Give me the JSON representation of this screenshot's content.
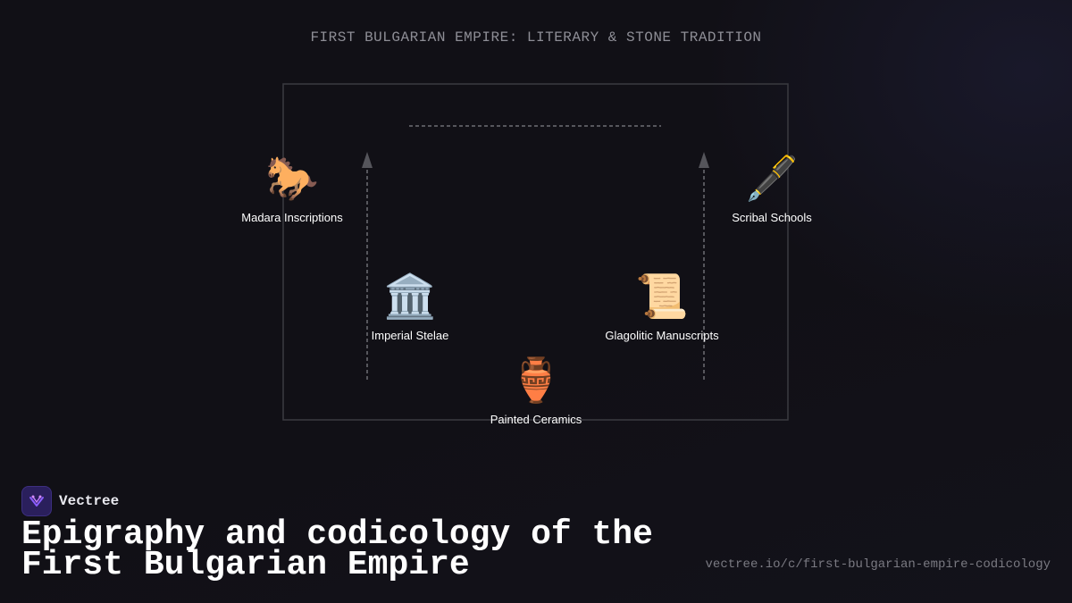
{
  "diagram": {
    "title": "FIRST BULGARIAN EMPIRE: LITERARY & STONE TRADITION",
    "nodes": [
      {
        "id": "madara",
        "emoji": "🐎",
        "icon": "horse-icon",
        "label": "Madara Inscriptions"
      },
      {
        "id": "scribal",
        "emoji": "🖋️",
        "icon": "fountain-pen-icon",
        "label": "Scribal Schools"
      },
      {
        "id": "stelae",
        "emoji": "🏛️",
        "icon": "classical-building-icon",
        "label": "Imperial Stelae"
      },
      {
        "id": "glagolitic",
        "emoji": "📜",
        "icon": "scroll-icon",
        "label": "Glagolitic Manuscripts"
      },
      {
        "id": "ceramics",
        "emoji": "🏺",
        "icon": "amphora-icon",
        "label": "Painted Ceramics"
      }
    ]
  },
  "footer": {
    "brand": "Vectree",
    "headline_line1": "Epigraphy and codicology of the",
    "headline_line2": "First Bulgarian Empire",
    "url": "vectree.io/c/first-bulgarian-empire-codicology"
  },
  "colors": {
    "background": "#111016",
    "connector": "#6e6e74",
    "frame": "#3a3a40",
    "brand_accent": "#7b4dff"
  }
}
